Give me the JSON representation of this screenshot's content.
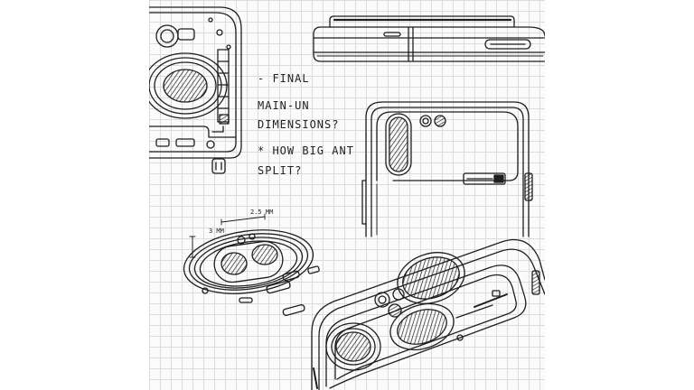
{
  "notes": {
    "line1": "- FINAL",
    "line2": "MAIN-UN",
    "line3": "DIMENSIONS?",
    "line4": "* HOW BIG ANT",
    "line5": "SPLIT?"
  },
  "dimensions": {
    "d1": "2.5 MM",
    "d2": "3 MM"
  }
}
